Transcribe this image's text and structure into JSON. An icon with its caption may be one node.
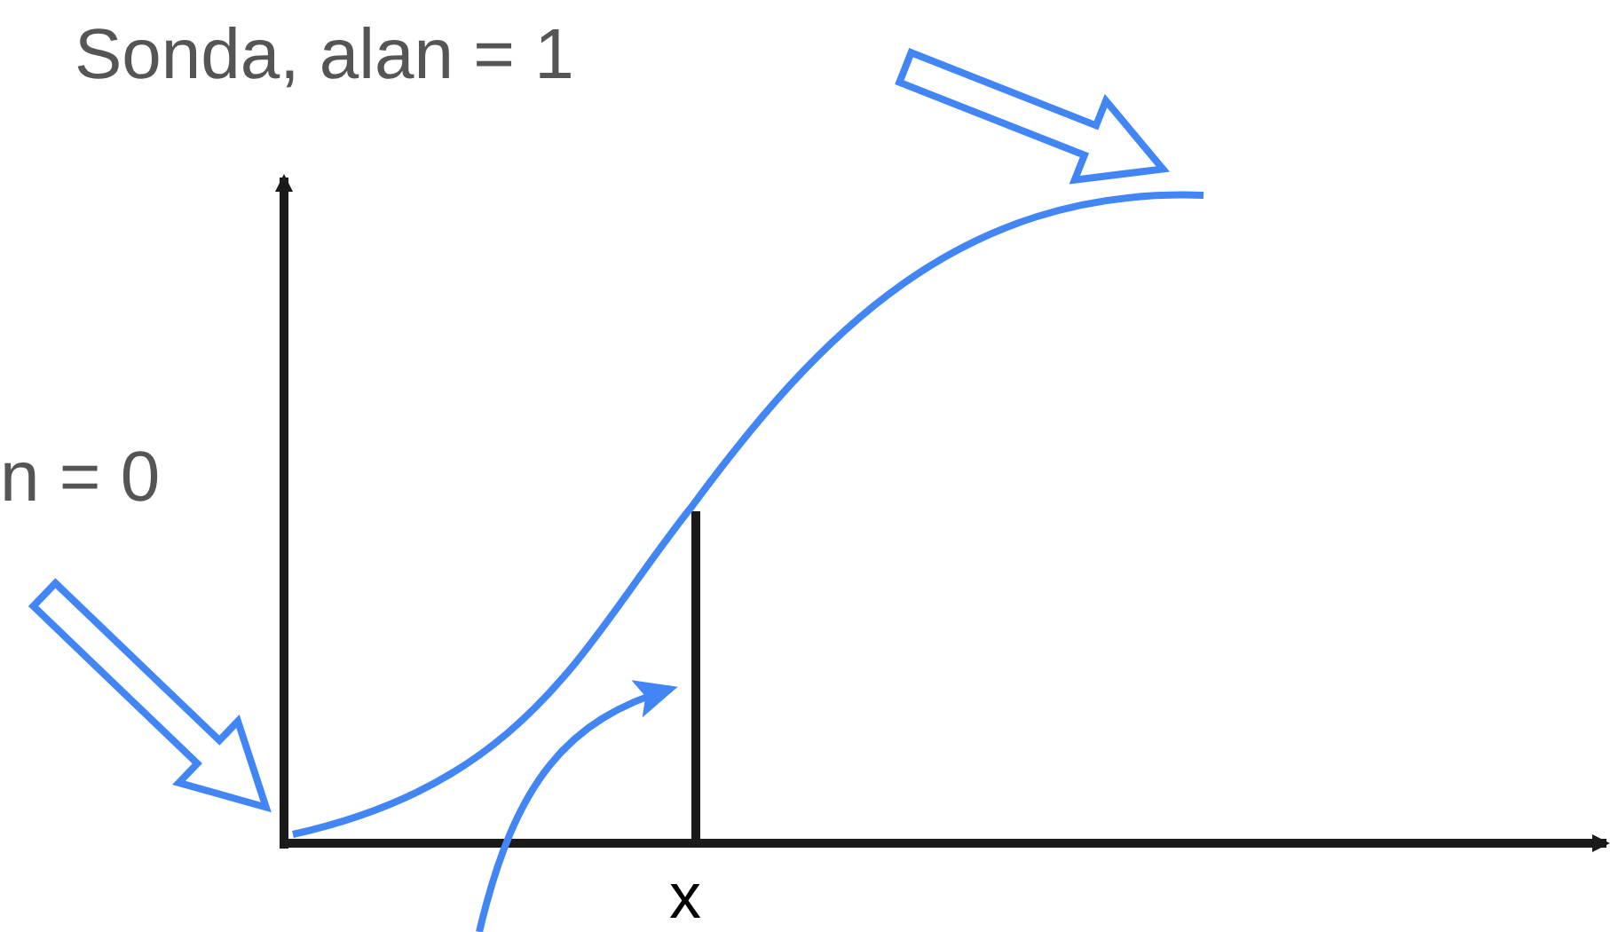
{
  "diagram": {
    "labels": [
      "Sonda, alan = 1",
      "n = 0",
      "x"
    ]
  }
}
